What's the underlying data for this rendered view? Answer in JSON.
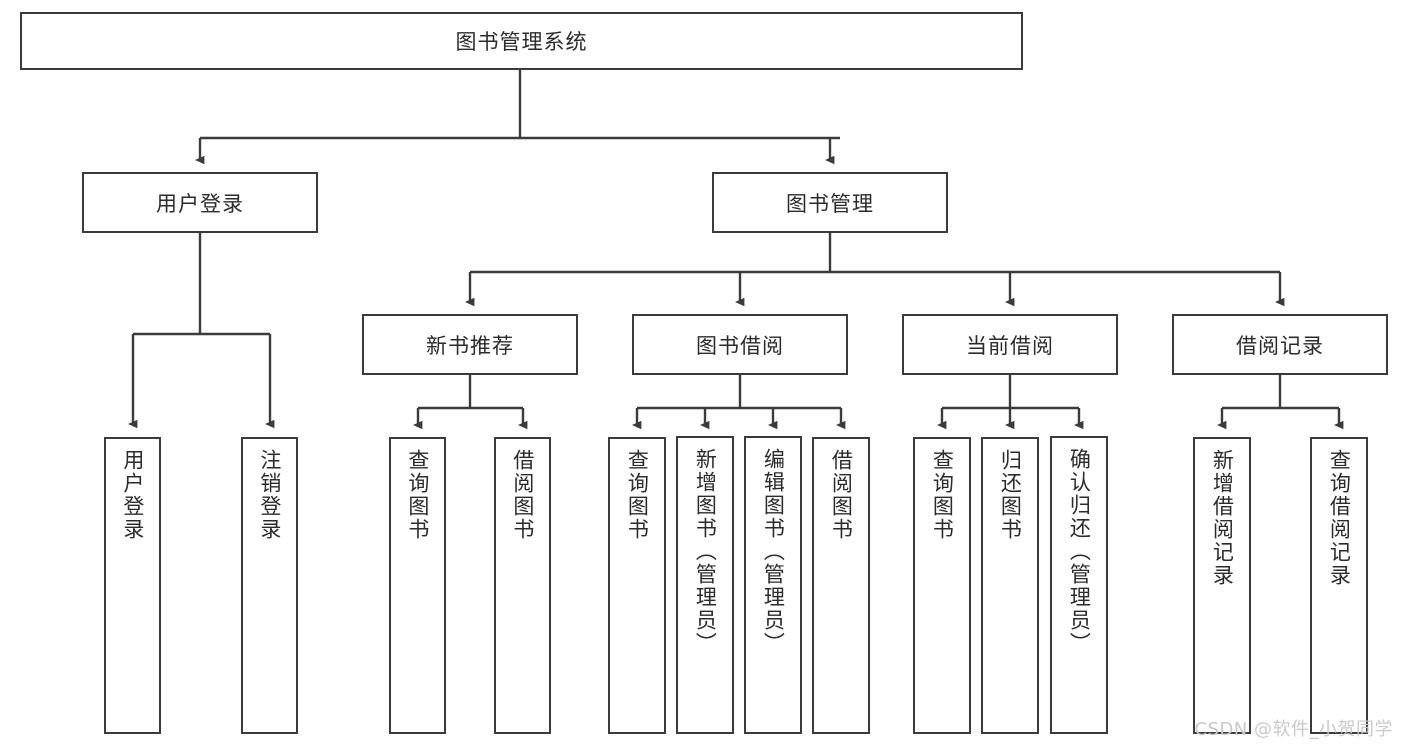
{
  "diagram": {
    "title": "图书管理系统",
    "type": "tree-hierarchy-chart",
    "root": {
      "label": "图书管理系统"
    },
    "level1": [
      {
        "label": "用户登录"
      },
      {
        "label": "图书管理"
      }
    ],
    "level2": [
      {
        "label": "新书推荐"
      },
      {
        "label": "图书借阅"
      },
      {
        "label": "当前借阅"
      },
      {
        "label": "借阅记录"
      }
    ],
    "leaves": {
      "user_login": [
        {
          "label": "用户登录"
        },
        {
          "label": "注销登录"
        }
      ],
      "new_book_recommend": [
        {
          "label": "查询图书"
        },
        {
          "label": "借阅图书"
        }
      ],
      "book_borrow": [
        {
          "label": "查询图书"
        },
        {
          "label": "新增图书（管理员）"
        },
        {
          "label": "编辑图书（管理员）"
        },
        {
          "label": "借阅图书"
        }
      ],
      "current_borrow": [
        {
          "label": "查询图书"
        },
        {
          "label": "归还图书"
        },
        {
          "label": "确认归还（管理员）"
        }
      ],
      "borrow_record": [
        {
          "label": "新增借阅记录"
        },
        {
          "label": "查询借阅记录"
        }
      ]
    }
  },
  "watermark": {
    "text": "CSDN @软件_小贺同学"
  },
  "colors": {
    "border": "#3b3b3b",
    "text": "#2b2b2b",
    "background": "#ffffff",
    "watermark": "#c9c9c9"
  }
}
